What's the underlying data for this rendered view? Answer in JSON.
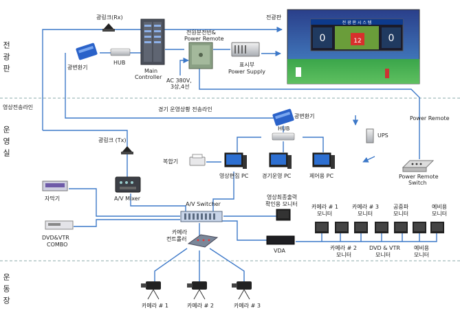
{
  "sections": {
    "display": "전광판",
    "control_room": "운영실",
    "stadium": "운동장",
    "video_line": "영상전송라인"
  },
  "labels": {
    "optical_link_rx": "광링크(Rx)",
    "optical_link_tx": "광링크 (Tx)",
    "converter_top": "광변환기",
    "converter_mid": "광변환기",
    "hub_top": "HUB",
    "hub_mid": "HUB",
    "main_controller": [
      "Main",
      "Controller"
    ],
    "power_remote_panel": [
      "전원분전반&",
      "Power Remote"
    ],
    "ac_input": [
      "AC 380V,",
      "3상,4선"
    ],
    "power_supply": [
      "표시부",
      "Power Supply"
    ],
    "display_board": "전광판",
    "game_video_line": "경기 운영상황 전송라인",
    "power_remote": "Power Remote",
    "ups": "UPS",
    "power_remote_switch": [
      "Power Remote",
      "Switch"
    ],
    "printer": "복합기",
    "video_edit_pc": "영상편집 PC",
    "game_op_pc": "경기운영 PC",
    "control_pc": "제어용 PC",
    "subtitle_device": "자막기",
    "av_mixer": "A/V Mixer",
    "av_switcher": "A/V Switcher",
    "final_output_monitor": [
      "영상최종출력",
      "확인용 모니터"
    ],
    "dvd_vtr": [
      "DVD&VTR",
      "COMBO"
    ],
    "camera_controller": [
      "카메라",
      "컨트롤러"
    ],
    "vda": "VDA",
    "camera1": "카메라 # 1",
    "camera2": "카메라 # 2",
    "camera3": "카메라 # 3"
  },
  "monitors_top": [
    [
      "카메라 # 1",
      "모니터"
    ],
    [
      "카메라 # 3",
      "모니터"
    ],
    [
      "공중파",
      "모니터"
    ],
    [
      "예비용",
      "모니터"
    ]
  ],
  "monitors_bottom": [
    [
      "카메라 # 2",
      "모니터"
    ],
    [
      "DVD & VTR",
      "모니터"
    ],
    [
      "예비용",
      "모니터"
    ]
  ],
  "scoreboard": {
    "header": "전 광 판 시 스 템",
    "score_left": "0",
    "score_right": "0",
    "player_number": "12"
  },
  "colors": {
    "line": "#3c78c8",
    "equipment_blue": "#2a62c9",
    "rack": "#4a4f5a"
  }
}
